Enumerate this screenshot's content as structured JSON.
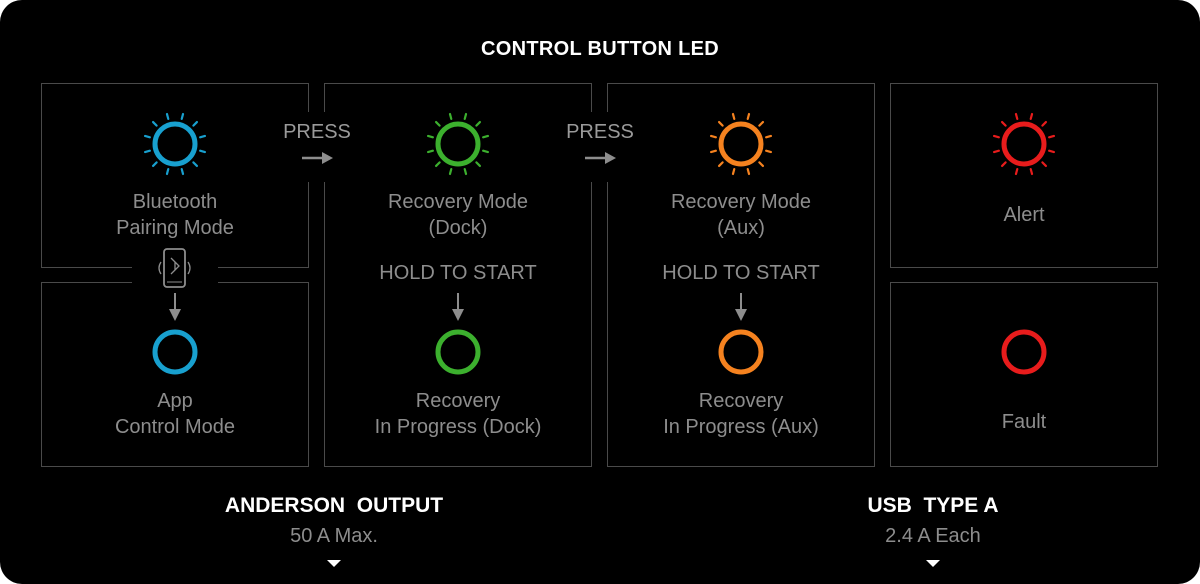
{
  "title": "CONTROL BUTTON LED",
  "colors": {
    "blue": "#18a0cf",
    "green": "#3cb02e",
    "orange": "#f5821f",
    "red": "#e81c1c"
  },
  "press_label": "PRESS",
  "hold_label": "HOLD TO START",
  "modes": {
    "bluetooth": [
      "Bluetooth",
      "Pairing Mode"
    ],
    "app": [
      "App",
      "Control Mode"
    ],
    "recovery_dock": [
      "Recovery Mode",
      "(Dock)"
    ],
    "recovery_dock_progress": [
      "Recovery",
      "In Progress (Dock)"
    ],
    "recovery_aux": [
      "Recovery Mode",
      "(Aux)"
    ],
    "recovery_aux_progress": [
      "Recovery",
      "In Progress (Aux)"
    ],
    "alert": "Alert",
    "fault": "Fault"
  },
  "footer": {
    "anderson": {
      "title": "ANDERSON  OUTPUT",
      "sub": "50 A Max."
    },
    "usb": {
      "title": "USB  TYPE A",
      "sub": "2.4 A Each"
    }
  },
  "icons": {
    "blinking": "blinking-led-icon",
    "solid": "solid-led-icon",
    "phone": "phone-bluetooth-icon",
    "arrow": "arrow-icon",
    "pointer": "pointer-triangle-icon"
  }
}
